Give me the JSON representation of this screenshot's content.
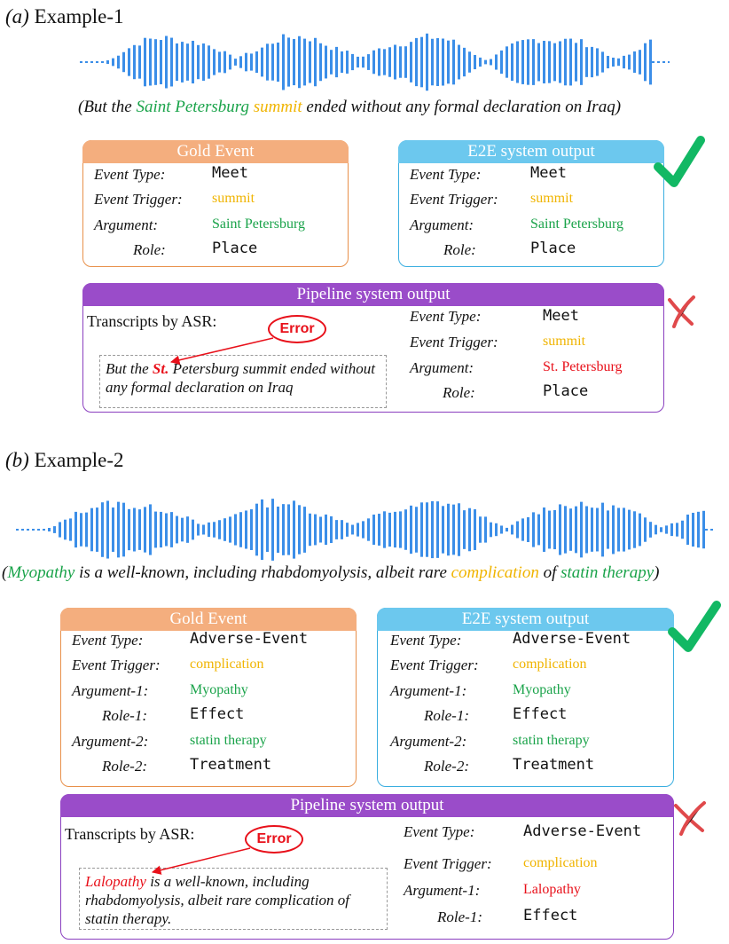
{
  "examples": [
    {
      "label_prefix": "(a)",
      "label_text": " Example-1",
      "caption": {
        "open": "(",
        "before": "But the ",
        "arg": "Saint Petersburg",
        "space": " ",
        "trigger": "summit",
        "after": " ended without any formal declaration on Iraq",
        "close": ")"
      },
      "gold": {
        "title": "Gold Event",
        "rows": [
          {
            "label": "Event Type:",
            "value": "Meet"
          },
          {
            "label": "Event Trigger:",
            "value": "summit"
          },
          {
            "label": "Argument:",
            "value": "Saint Petersburg"
          },
          {
            "label": "Role:",
            "value": "Place"
          }
        ]
      },
      "e2e": {
        "title": "E2E system output",
        "rows": [
          {
            "label": "Event Type:",
            "value": "Meet"
          },
          {
            "label": "Event Trigger:",
            "value": "summit"
          },
          {
            "label": "Argument:",
            "value": "Saint Petersburg"
          },
          {
            "label": "Role:",
            "value": "Place"
          }
        ]
      },
      "pipeline": {
        "title": "Pipeline system output",
        "asr_label": "Transcripts by ASR:",
        "error_label": "Error",
        "transcript_before": "But the ",
        "transcript_error": "St.",
        "transcript_after": " Petersburg summit ended without any formal declaration on Iraq",
        "rows": [
          {
            "label": "Event Type:",
            "value": "Meet"
          },
          {
            "label": "Event Trigger:",
            "value": "summit"
          },
          {
            "label": "Argument:",
            "value": "St. Petersburg"
          },
          {
            "label": "Role:",
            "value": "Place"
          }
        ]
      }
    },
    {
      "label_prefix": "(b)",
      "label_text": " Example-2",
      "caption": {
        "open": "(",
        "arg1": "Myopathy",
        "mid1": " is a well-known, including rhabdomyolysis, albeit rare ",
        "trigger": "complication",
        "mid2": " of ",
        "arg2": "statin therapy",
        "close": ")"
      },
      "gold": {
        "title": "Gold Event",
        "rows": [
          {
            "label": "Event Type:",
            "value": "Adverse-Event"
          },
          {
            "label": "Event Trigger:",
            "value": "complication"
          },
          {
            "label": "Argument-1:",
            "value": "Myopathy"
          },
          {
            "label": "Role-1:",
            "value": "Effect"
          },
          {
            "label": "Argument-2:",
            "value": "statin therapy"
          },
          {
            "label": "Role-2:",
            "value": "Treatment"
          }
        ]
      },
      "e2e": {
        "title": "E2E system output",
        "rows": [
          {
            "label": "Event Type:",
            "value": "Adverse-Event"
          },
          {
            "label": "Event Trigger:",
            "value": "complication"
          },
          {
            "label": "Argument-1:",
            "value": "Myopathy"
          },
          {
            "label": "Role-1:",
            "value": "Effect"
          },
          {
            "label": "Argument-2:",
            "value": "statin therapy"
          },
          {
            "label": "Role-2:",
            "value": "Treatment"
          }
        ]
      },
      "pipeline": {
        "title": "Pipeline system output",
        "asr_label": "Transcripts by ASR:",
        "error_label": "Error",
        "transcript_error": "Lalopathy",
        "transcript_after": " is a well-known, including rhabdomyolysis, albeit rare complication of statin therapy.",
        "rows": [
          {
            "label": "Event Type:",
            "value": "Adverse-Event"
          },
          {
            "label": "Event Trigger:",
            "value": "complication"
          },
          {
            "label": "Argument-1:",
            "value": "Lalopathy"
          },
          {
            "label": "Role-1:",
            "value": "Effect"
          }
        ]
      }
    }
  ],
  "colors": {
    "gold_header": "#f4ae7e",
    "gold_border": "#e8904a",
    "e2e_header": "#6cc8ee",
    "e2e_border": "#3aaee0",
    "pipeline_header": "#9a4cc9",
    "pipeline_border": "#8a3fbf",
    "argument": "#1aa34a",
    "trigger": "#f0b400",
    "error": "#e8101a",
    "wave": "#3b8ee8",
    "check": "#12b864",
    "cross": "#e0494b"
  },
  "icons": [
    "waveform-icon",
    "checkmark-icon",
    "cross-icon"
  ]
}
